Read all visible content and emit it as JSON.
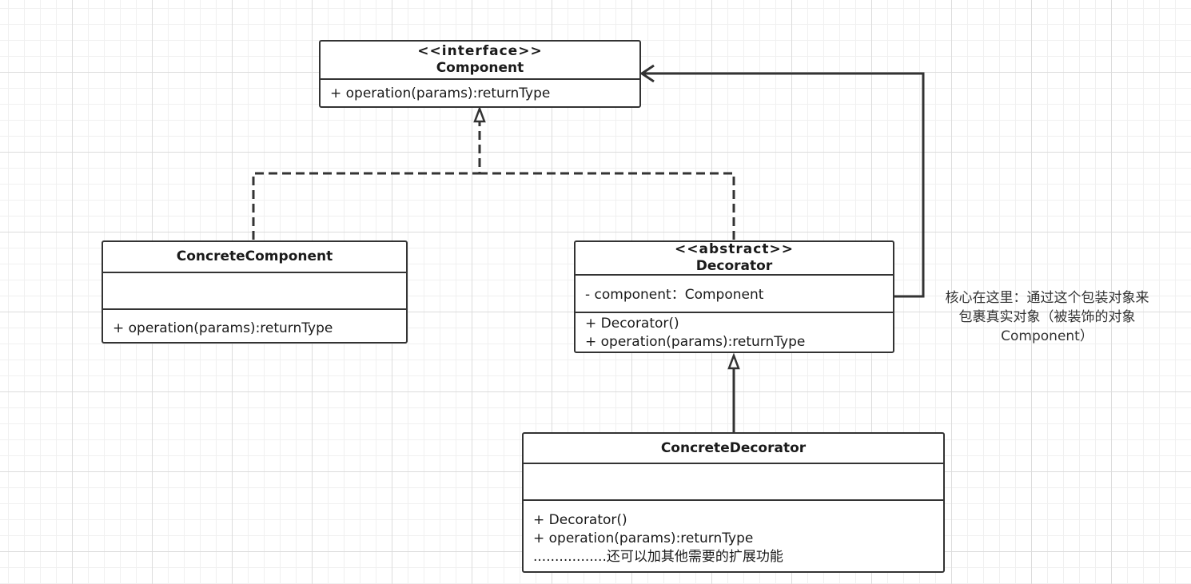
{
  "component": {
    "stereotype": "<<interface>>",
    "name": "Component",
    "operation": "+ operation(params):returnType"
  },
  "concrete_component": {
    "name": "ConcreteComponent",
    "operation": "+ operation(params):returnType"
  },
  "decorator": {
    "stereotype": "<<abstract>>",
    "name": "Decorator",
    "field": "- component：Component",
    "constructor": "+ Decorator()",
    "operation": "+ operation(params):returnType"
  },
  "concrete_decorator": {
    "name": "ConcreteDecorator",
    "constructor": "+ Decorator()",
    "operation": "+ operation(params):returnType",
    "extension": ".................还可以加其他需要的扩展功能"
  },
  "note": {
    "line1": "核心在这里：通过这个包装对象来",
    "line2": "包裹真实对象（被装饰的对象",
    "line3": "Component）"
  },
  "colors": {
    "stroke": "#333333",
    "grid": "#dcdcdc"
  }
}
